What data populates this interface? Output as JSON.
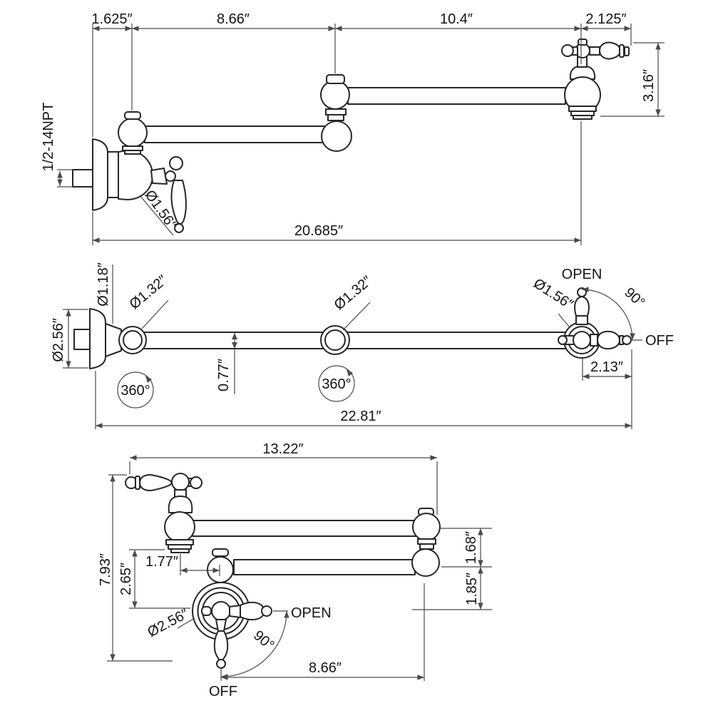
{
  "drawing": {
    "product": "wall-mount pot filler faucet dimension drawing",
    "line_color": "#262626",
    "dim_color": "#4a4a4a",
    "front_view": {
      "offset": "1.625″",
      "arm1": "8.66″",
      "arm2": "10.4″",
      "spout_offset": "2.125″",
      "spout_height": "3.16″",
      "inlet_thread": "1/2-14NPT",
      "valve_diameter": "Ø1.56″",
      "total_reach": "20.685″"
    },
    "top_view": {
      "flange_diameter": "Ø2.56″",
      "neck_diameter": "Ø1.18″",
      "joint1_diameter": "Ø1.32″",
      "joint2_diameter": "Ø1.32″",
      "end_joint_diameter": "Ø1.56″",
      "arm_width": "0.77″",
      "swivel1": "360°",
      "swivel2": "360°",
      "open_label": "OPEN",
      "off_label": "OFF",
      "handle_angle": "90°",
      "handle_length": "2.13″",
      "total_reach": "22.81″"
    },
    "folded_view": {
      "folded_length": "13.22″",
      "total_height": "7.93″",
      "spout_drop": "2.65″",
      "spout_offset": "1.77″",
      "arm_gap_upper": "1.68″",
      "arm_gap_lower": "1.85″",
      "flange_diameter": "Ø2.56″",
      "open_label": "OPEN",
      "off_label": "OFF",
      "handle_angle": "90°",
      "lower_arm_length": "8.66″"
    }
  }
}
